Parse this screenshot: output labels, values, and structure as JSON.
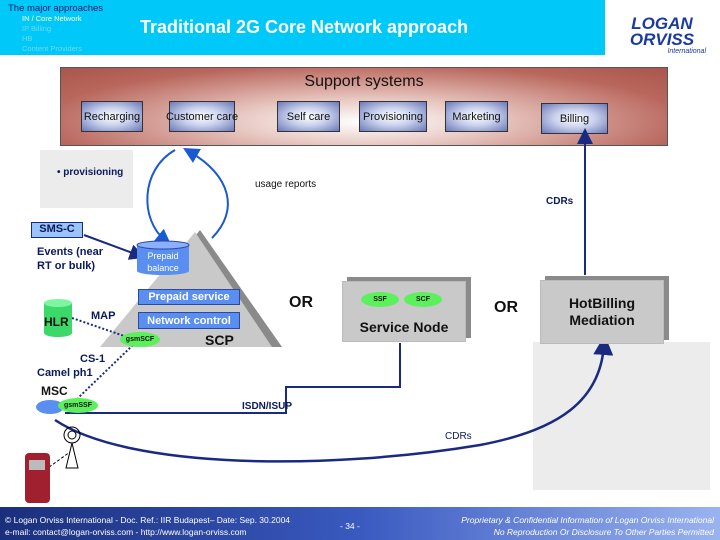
{
  "nav": {
    "heading": "The major approaches",
    "items": [
      "IN / Core Network",
      "IP Billing",
      "HB",
      "Content Providers"
    ]
  },
  "title": "Traditional 2G Core Network approach",
  "logo": {
    "line1": "LOGAN",
    "line2": "ORVISS",
    "line3": "International"
  },
  "support": {
    "title": "Support systems",
    "items": [
      "Recharging",
      "Customer care",
      "Self care",
      "Provisioning",
      "Marketing",
      "Billing"
    ]
  },
  "labels": {
    "provisioning": "• provisioning",
    "usage_reports": "usage reports",
    "cdrs_top": "CDRs",
    "cdrs_bottom": "CDRs",
    "isdn": "ISDN/ISUP",
    "sms_c": "SMS-C",
    "events": "Events (near RT or bulk)",
    "map": "MAP",
    "hlr": "HLR",
    "cs1": "CS-1",
    "camel": "Camel ph1",
    "msc": "MSC",
    "gsmssf": "gsmSSF",
    "gsmscf": "gsmSCF",
    "scp": "SCP",
    "prepaid_balance": "Prepaid balance",
    "prepaid_service": "Prepaid service",
    "network_control": "Network control",
    "or1": "OR",
    "or2": "OR",
    "ssf": "SSF",
    "scf": "SCF",
    "service_node": "Service Node",
    "hotbilling": "HotBilling Mediation"
  },
  "footer": {
    "left1": "© Logan Orviss International - Doc. Ref.: IIR Budapest– Date: Sep. 30.2004",
    "left2": "e-mail: contact@logan-orviss.com - http://www.logan-orviss.com",
    "page": "- 34 -",
    "right1": "Proprietary & Confidential Information of Logan Orviss International",
    "right2": "No Reproduction Or Disclosure To Other Parties Permitted"
  }
}
